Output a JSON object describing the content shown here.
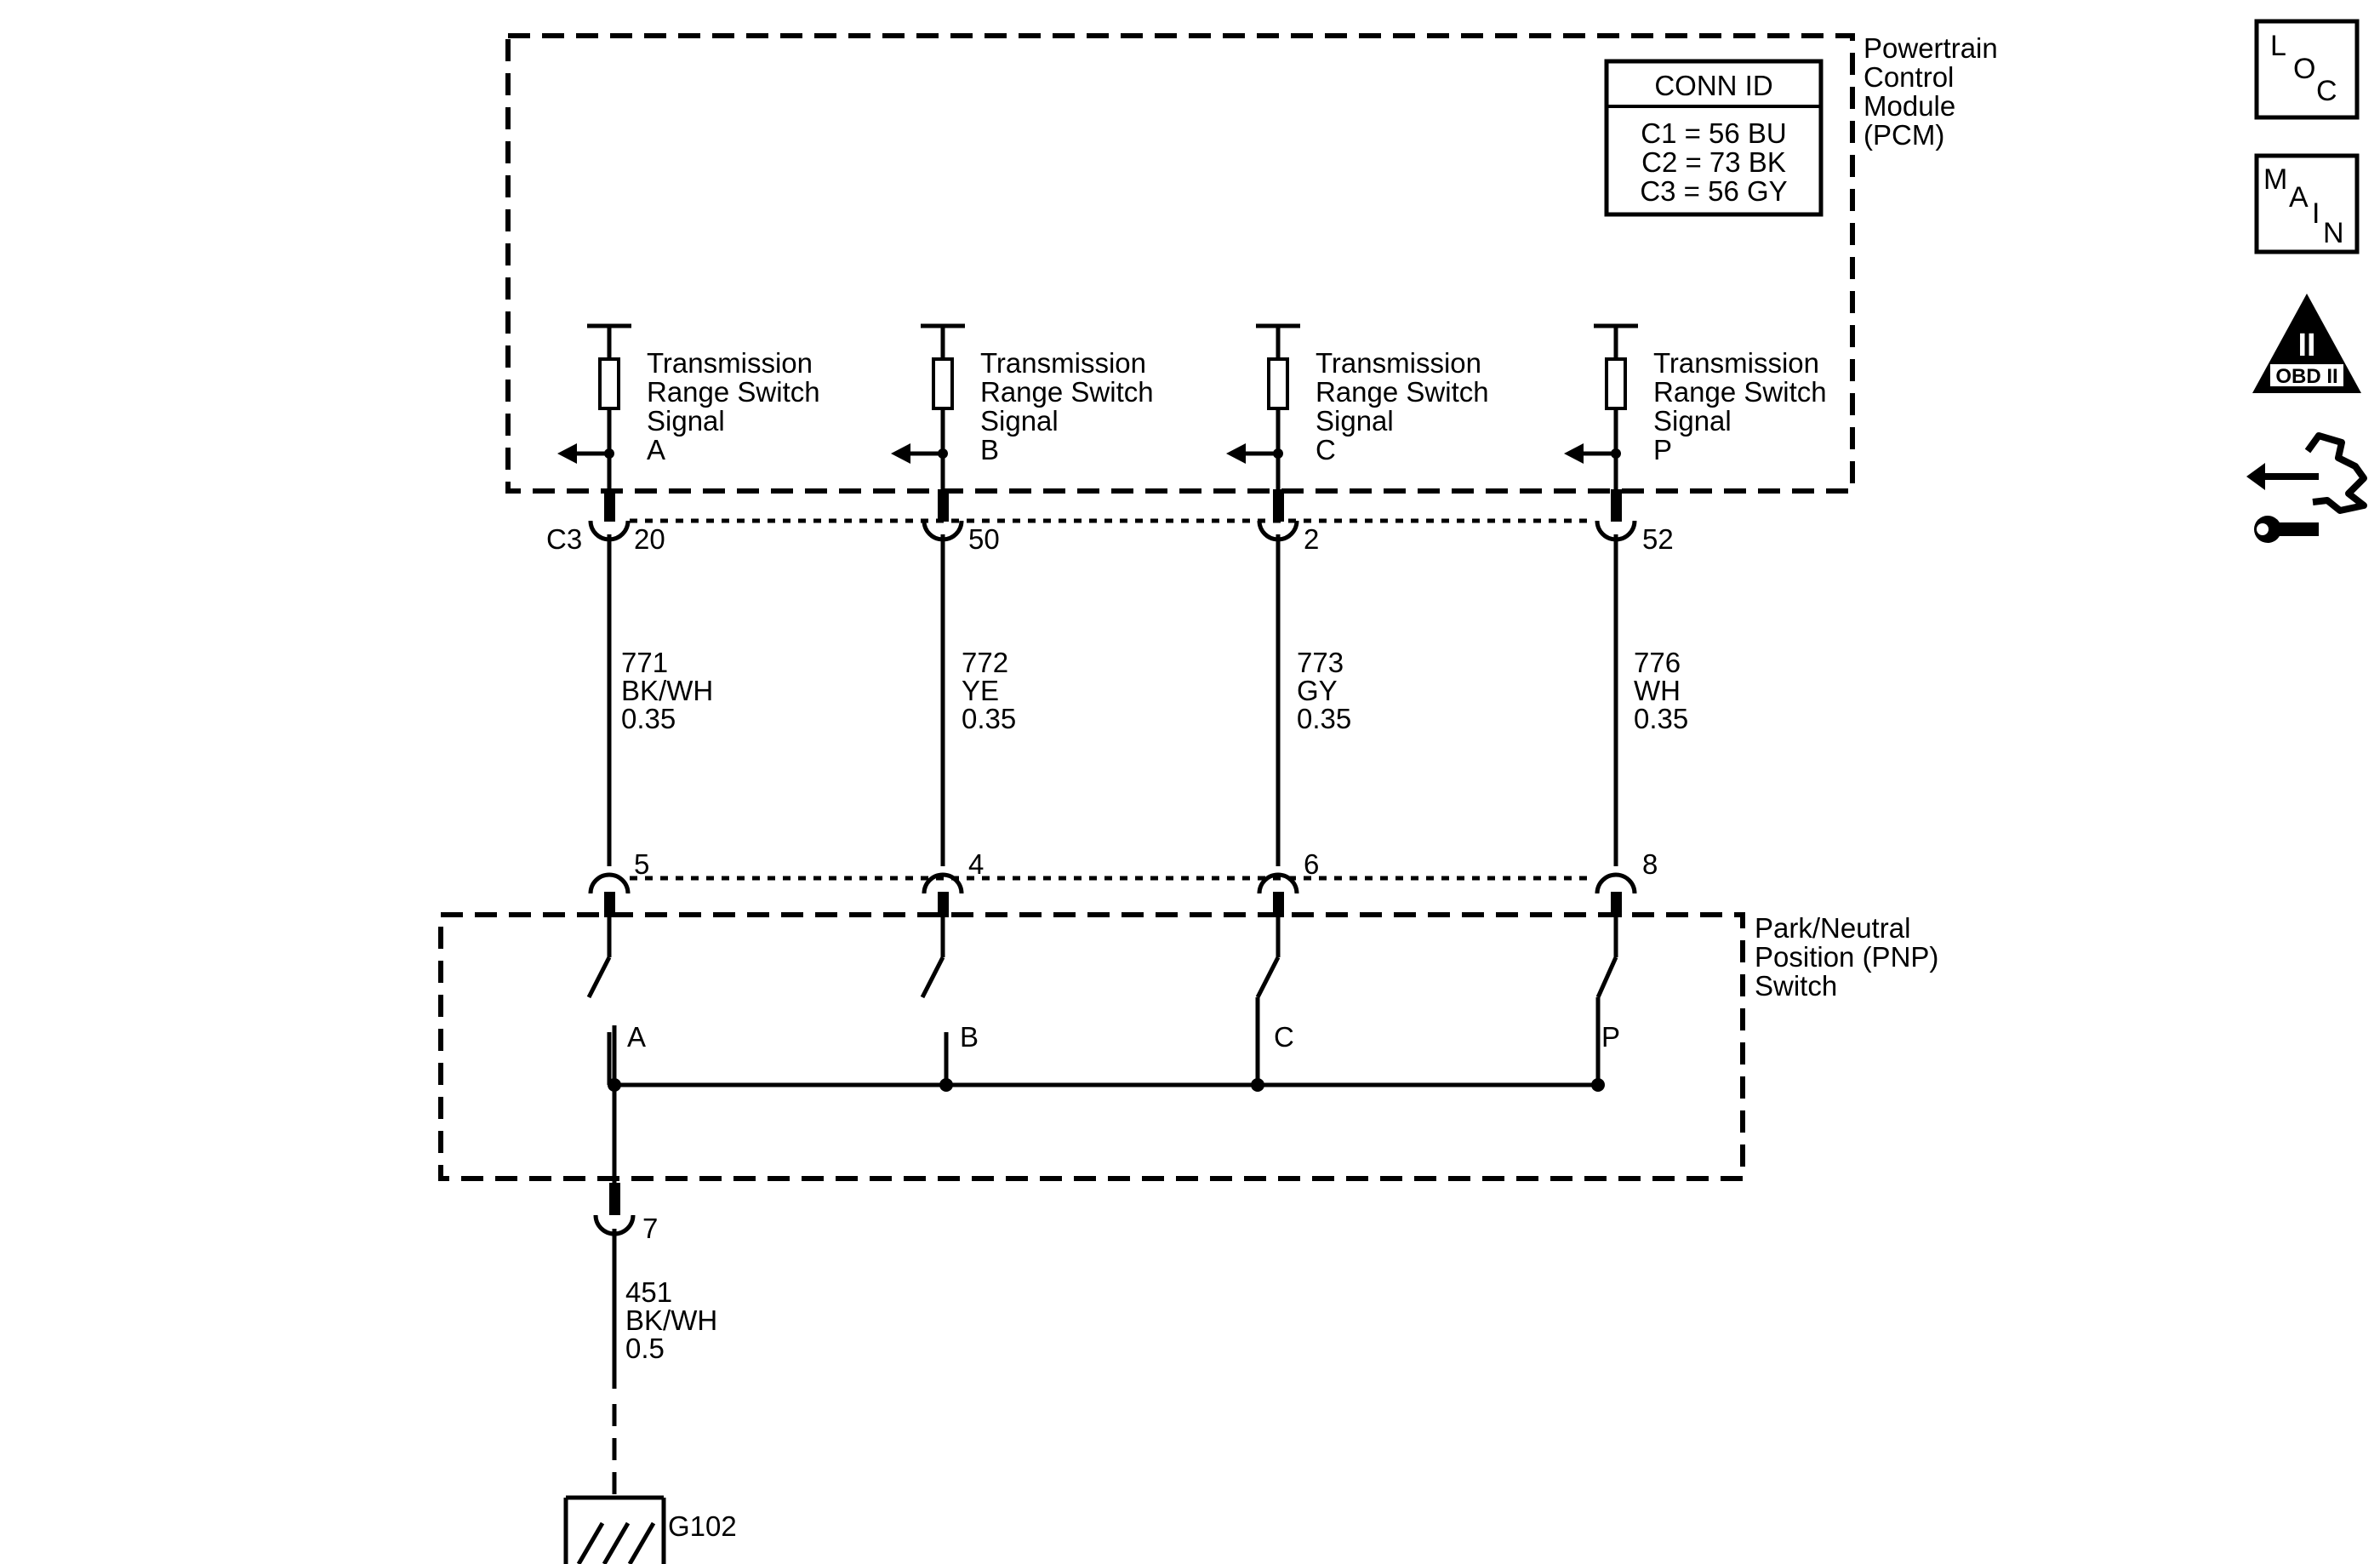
{
  "pcm": {
    "label_lines": [
      "Powertrain",
      "Control",
      "Module",
      "(PCM)"
    ],
    "conn_id_title": "CONN ID",
    "conn_ids": [
      "C1 = 56 BU",
      "C2 = 73 BK",
      "C3 = 56 GY"
    ],
    "connector": "C3"
  },
  "signal_text": [
    "Transmission",
    "Range Switch",
    "Signal"
  ],
  "circuits": [
    {
      "signal": "A",
      "pcm_pin": "20",
      "circuit": "771",
      "color": "BK/WH",
      "size": "0.35",
      "pnp_pin": "5",
      "contact": "A"
    },
    {
      "signal": "B",
      "pcm_pin": "50",
      "circuit": "772",
      "color": "YE",
      "size": "0.35",
      "pnp_pin": "4",
      "contact": "B"
    },
    {
      "signal": "C",
      "pcm_pin": "2",
      "circuit": "773",
      "color": "GY",
      "size": "0.35",
      "pnp_pin": "6",
      "contact": "C"
    },
    {
      "signal": "P",
      "pcm_pin": "52",
      "circuit": "776",
      "color": "WH",
      "size": "0.35",
      "pnp_pin": "8",
      "contact": "P"
    }
  ],
  "pnp": {
    "label_lines": [
      "Park/Neutral",
      "Position (PNP)",
      "Switch"
    ]
  },
  "ground": {
    "pin": "7",
    "circuit": "451",
    "color": "BK/WH",
    "size": "0.5",
    "label": "G102"
  },
  "icons": {
    "loc": [
      "L",
      "O",
      "C"
    ],
    "main": [
      "M",
      "A",
      "I",
      "N"
    ],
    "obd": {
      "numeral": "II",
      "text": "OBD II"
    }
  }
}
